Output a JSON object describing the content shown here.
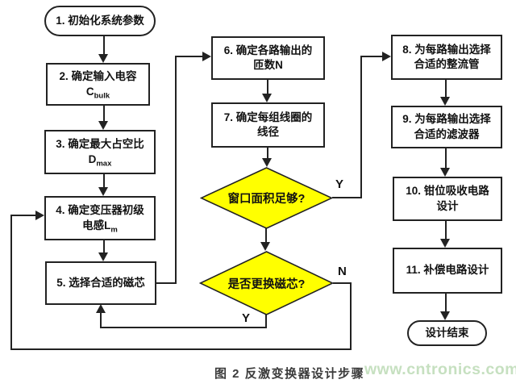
{
  "nodes": {
    "n1": {
      "label": "1. 初始化系统参数"
    },
    "n2": {
      "line1": "2. 确定输入电容",
      "formula_base": "C",
      "formula_sub": "bulk"
    },
    "n3": {
      "line1": "3. 确定最大占空比",
      "formula_base": "D",
      "formula_sub": "max"
    },
    "n4": {
      "line1": "4. 确定变压器初级",
      "line2_prefix": "电感",
      "formula_base": "L",
      "formula_sub": "m"
    },
    "n5": {
      "label": "5. 选择合适的磁芯"
    },
    "n6": {
      "line1": "6. 确定各路输出的",
      "line2": "匝数N"
    },
    "n7": {
      "line1": "7. 确定每组线圈的",
      "line2": "线径"
    },
    "d1": {
      "label": "窗口面积足够?"
    },
    "d2": {
      "label": "是否更换磁芯?"
    },
    "n8": {
      "line1": "8. 为每路输出选择",
      "line2": "合适的整流管"
    },
    "n9": {
      "line1": "9. 为每路输出选择",
      "line2": "合适的滤波器"
    },
    "n10": {
      "line1": "10. 钳位吸收电路",
      "line2": "设计"
    },
    "n11": {
      "label": "11. 补偿电路设计"
    },
    "end": {
      "label": "设计结束"
    }
  },
  "edge_labels": {
    "d1_yes": "Y",
    "d2_no": "N",
    "d2_yes": "Y"
  },
  "caption": "图 2 反激变换器设计步骤",
  "watermark": "www.cntronics.com",
  "colors": {
    "diamond_fill": "#ffff00",
    "line": "#222222",
    "watermark": "#c6e0c0"
  }
}
